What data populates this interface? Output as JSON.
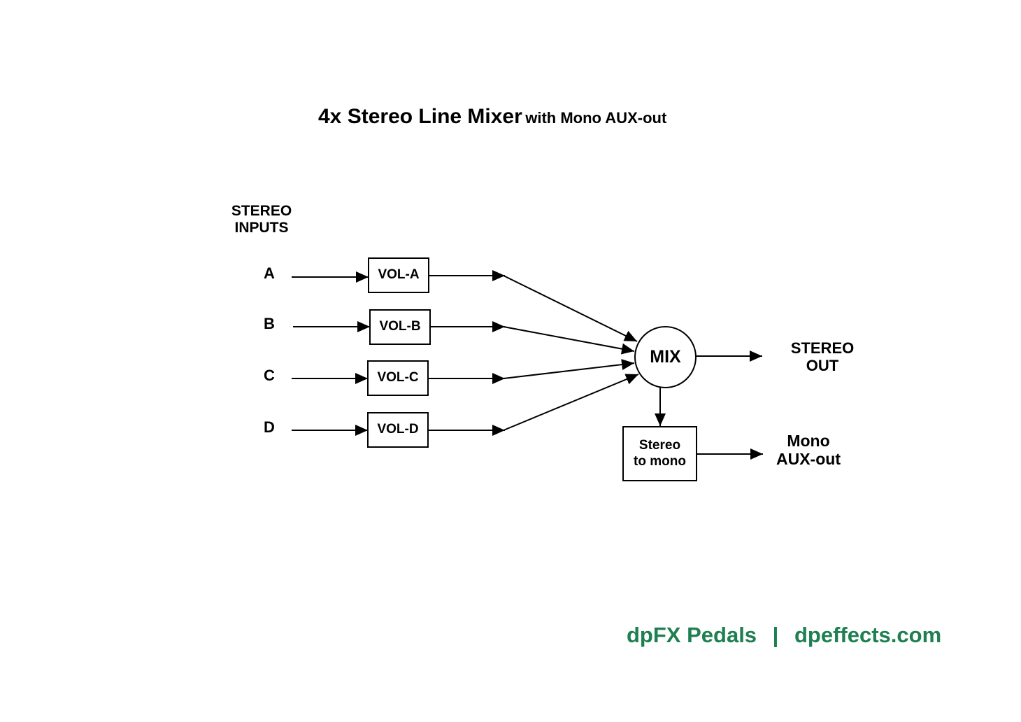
{
  "title": {
    "main": "4x Stereo Line Mixer",
    "sub": "with Mono AUX-out"
  },
  "inputs_header": {
    "line1": "STEREO",
    "line2": "INPUTS"
  },
  "channels": [
    {
      "input": "A",
      "box": "VOL-A"
    },
    {
      "input": "B",
      "box": "VOL-B"
    },
    {
      "input": "C",
      "box": "VOL-C"
    },
    {
      "input": "D",
      "box": "VOL-D"
    }
  ],
  "mix": "MIX",
  "stereo_to_mono": {
    "line1": "Stereo",
    "line2": "to mono"
  },
  "stereo_out": {
    "line1": "STEREO",
    "line2": "OUT"
  },
  "mono_out": {
    "line1": "Mono",
    "line2": "AUX-out"
  },
  "footer": {
    "brand": "dpFX Pedals",
    "separator": "|",
    "site": "dpeffects.com",
    "color": "#1e7f50"
  }
}
